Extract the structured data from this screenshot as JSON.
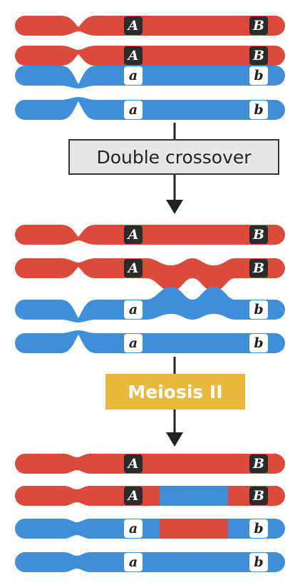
{
  "colors": {
    "parent1": "#dc4a3c",
    "parent2": "#3e8fd8",
    "arrow": "#222222",
    "step1_box_fill": "#e6e6e6",
    "step1_box_border": "#333333",
    "step2_box_fill": "#e8b93e",
    "step2_text": "#ffffff",
    "upper_allele_label_fill": "#2b2b2b",
    "upper_allele_label_text": "#ffffff",
    "lower_allele_label_fill": "#ffffff",
    "lower_allele_label_text": "#222222"
  },
  "alleles": {
    "gene1_dominant": "A",
    "gene1_recessive": "a",
    "gene2_dominant": "B",
    "gene2_recessive": "b"
  },
  "steps": {
    "step1": "Double crossover",
    "step2": "Meiosis II"
  },
  "stages": [
    {
      "name": "before-crossover",
      "chromatids": [
        {
          "color": "parent1",
          "gene1": "A",
          "gene2": "B"
        },
        {
          "color": "parent1",
          "gene1": "A",
          "gene2": "B"
        },
        {
          "color": "parent2",
          "gene1": "a",
          "gene2": "b"
        },
        {
          "color": "parent2",
          "gene1": "a",
          "gene2": "b"
        }
      ]
    },
    {
      "name": "after-crossover",
      "chromatids": [
        {
          "color": "parent1",
          "gene1": "A",
          "gene2": "B"
        },
        {
          "color": "parent1",
          "gene1": "A",
          "gene2": "B",
          "crossed": true
        },
        {
          "color": "parent2",
          "gene1": "a",
          "gene2": "b",
          "crossed": true
        },
        {
          "color": "parent2",
          "gene1": "a",
          "gene2": "b"
        }
      ]
    },
    {
      "name": "after-meiosis-ii",
      "chromatids": [
        {
          "color": "parent1",
          "gene1": "A",
          "gene2": "B"
        },
        {
          "color": "parent1",
          "gene1": "A",
          "gene2": "B",
          "middle": "parent2"
        },
        {
          "color": "parent2",
          "gene1": "a",
          "gene2": "b",
          "middle": "parent1"
        },
        {
          "color": "parent2",
          "gene1": "a",
          "gene2": "b"
        }
      ]
    }
  ]
}
